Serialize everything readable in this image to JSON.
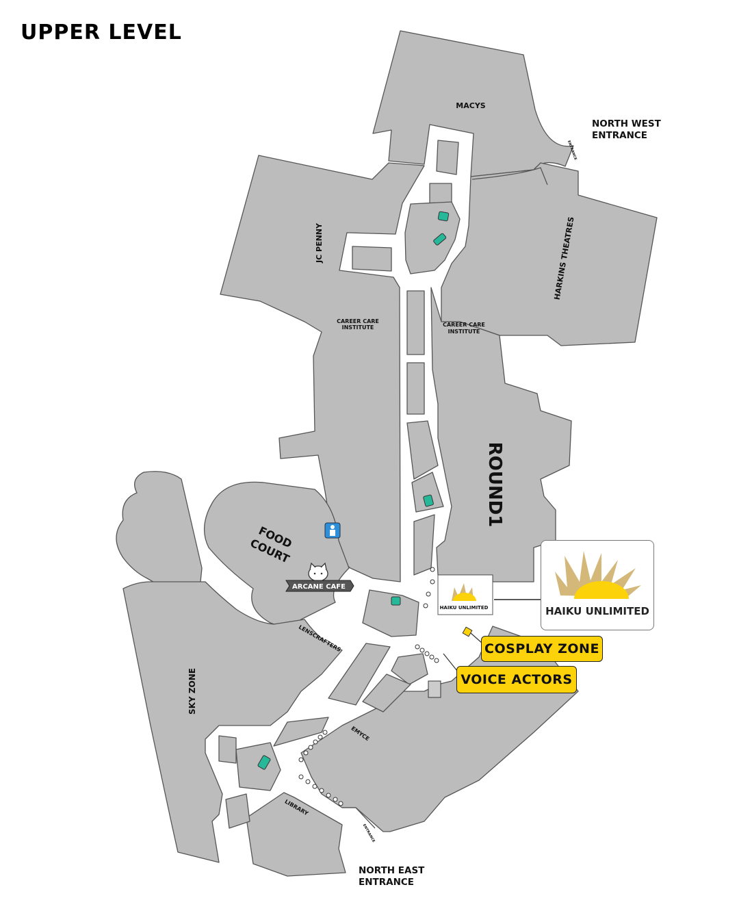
{
  "title": "UPPER LEVEL",
  "stores": {
    "macys": "MACYS",
    "jc_penny": "JC PENNY",
    "harkins": "HARKINS THEATRES",
    "career_left_1": "CAREER CARE",
    "career_left_2": "INSTITUTE",
    "career_right_1": "CAREER CARE",
    "career_right_2": "INSTITUTE",
    "round1": "ROUND1",
    "food_court_1": "FOOD",
    "food_court_2": "COURT",
    "arcane_cafe": "ARCANE CAFE",
    "lenscrafters": "LENSCRAFTERS",
    "sky_zone": "SKY ZONE",
    "emyce": "EMYCE",
    "library": "LIBRARY"
  },
  "entrances": {
    "north_west_1": "NORTH WEST",
    "north_west_2": "ENTRANCE",
    "north_east_1": "NORTH EAST",
    "north_east_2": "ENTRANCE",
    "small_label_nw": "ENTRANCE",
    "small_label_ne": "ENTRANCE"
  },
  "sponsor": {
    "name": "HAIKU UNLIMITED",
    "small_name": "HAIKU UNLIMITED"
  },
  "zones": {
    "cosplay": "COSPLAY ZONE",
    "voice_actors": "VOICE ACTORS"
  },
  "colors": {
    "building": "#bcbcbc",
    "corridor": "#ffffff",
    "outline": "#555555",
    "marker": "#27b89a",
    "highlight": "#fcd20a",
    "restroom": "#2e8fd8",
    "sun": "#d4b87a"
  },
  "icons": {
    "restroom": "restroom-icon",
    "elevator": "elevator-icon",
    "sun_logo": "sun-logo-icon",
    "cat_mascot": "cat-mascot-icon"
  }
}
